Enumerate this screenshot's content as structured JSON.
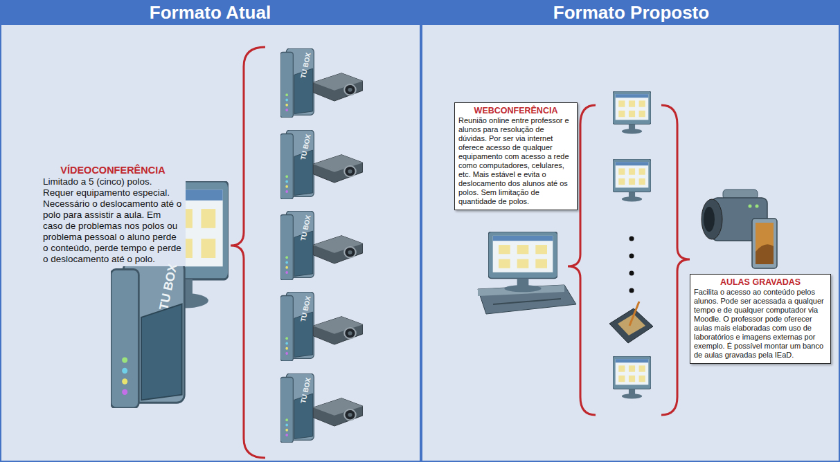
{
  "diagram": {
    "nodes": [
      {
        "text": [
          "Formato Atual"
        ]
      },
      {
        "text": [
          "Formato Proposto"
        ]
      },
      {
        "text": [
          "VÍDEOCONFERÊNCIA",
          "Limitado a 5 (cinco) polos. Requer equipamento especial. Necessário o deslocamento até o polo para assistir a aula. Em caso de problemas nos polos ou problema pessoal o aluno perde o conteúdo, perde tempo e perde o deslocamento até o polo."
        ],
        "in": 0
      },
      {
        "text": [
          "WEBCONFERÊNCIA",
          "Reunião online entre professor e alunos para resolução de dúvidas. Por ser via internet oferece acesso de qualquer equipamento com acesso a rede como computadores, celulares, etc. Mais estável e evita o deslocamento dos alunos até os polos. Sem limitação de quantidade de polos."
        ],
        "in": 1
      },
      {
        "text": [
          "AULAS GRAVADAS",
          "Facilita o acesso ao conteúdo pelos alunos. Pode ser acessada a qualquer tempo e de qualquer computador via Moodle. O professor pode oferecer aulas mais elaboradas com uso de laboratórios e imagens externas por exemplo. É possível montar um banco de aulas gravadas pela IEaD."
        ],
        "in": 1
      }
    ],
    "labels": [
      "TU BOX",
      "TU BOX",
      "TU BOX",
      "TU BOX",
      "TU BOX",
      "TU BOX"
    ]
  }
}
